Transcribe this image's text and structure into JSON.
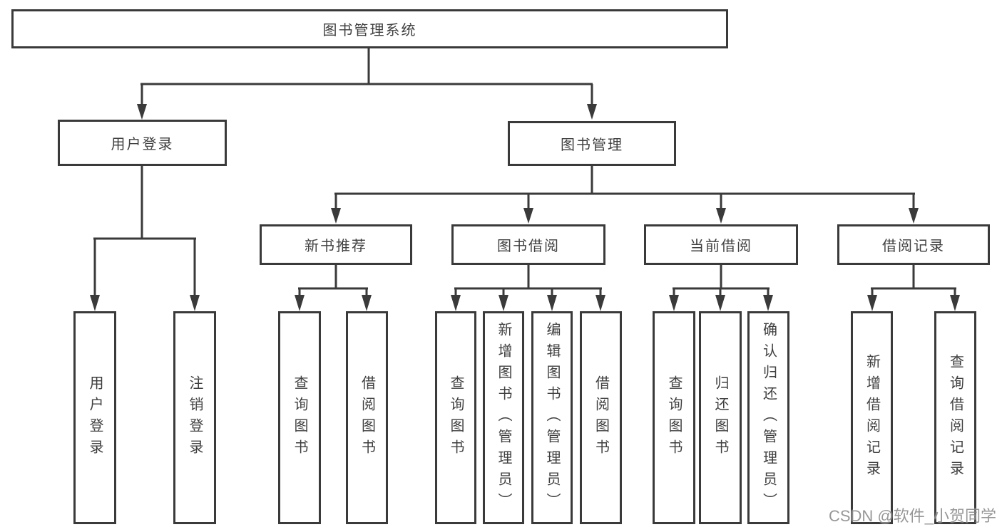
{
  "diagram": {
    "root": {
      "label": "图书管理系统"
    },
    "branches": [
      {
        "label": "用户登录",
        "children": [
          {
            "label": "用户登录"
          },
          {
            "label": "注销登录"
          }
        ]
      },
      {
        "label": "图书管理",
        "children": [
          {
            "label": "新书推荐",
            "children": [
              {
                "label": "查询图书"
              },
              {
                "label": "借阅图书"
              }
            ]
          },
          {
            "label": "图书借阅",
            "children": [
              {
                "label": "查询图书"
              },
              {
                "label": "新增图书（管理员）"
              },
              {
                "label": "编辑图书（管理员）"
              },
              {
                "label": "借阅图书"
              }
            ]
          },
          {
            "label": "当前借阅",
            "children": [
              {
                "label": "查询图书"
              },
              {
                "label": "归还图书"
              },
              {
                "label": "确认归还（管理员）"
              }
            ]
          },
          {
            "label": "借阅记录",
            "children": [
              {
                "label": "新增借阅记录"
              },
              {
                "label": "查询借阅记录"
              }
            ]
          }
        ]
      }
    ]
  },
  "watermark": "CSDN @软件_小贺同学",
  "colors": {
    "line": "#3a3a3a",
    "box_border": "#3a3a3a",
    "box_fill": "#ffffff",
    "text": "#3f3f3f",
    "watermark": "#7d7d7d"
  }
}
